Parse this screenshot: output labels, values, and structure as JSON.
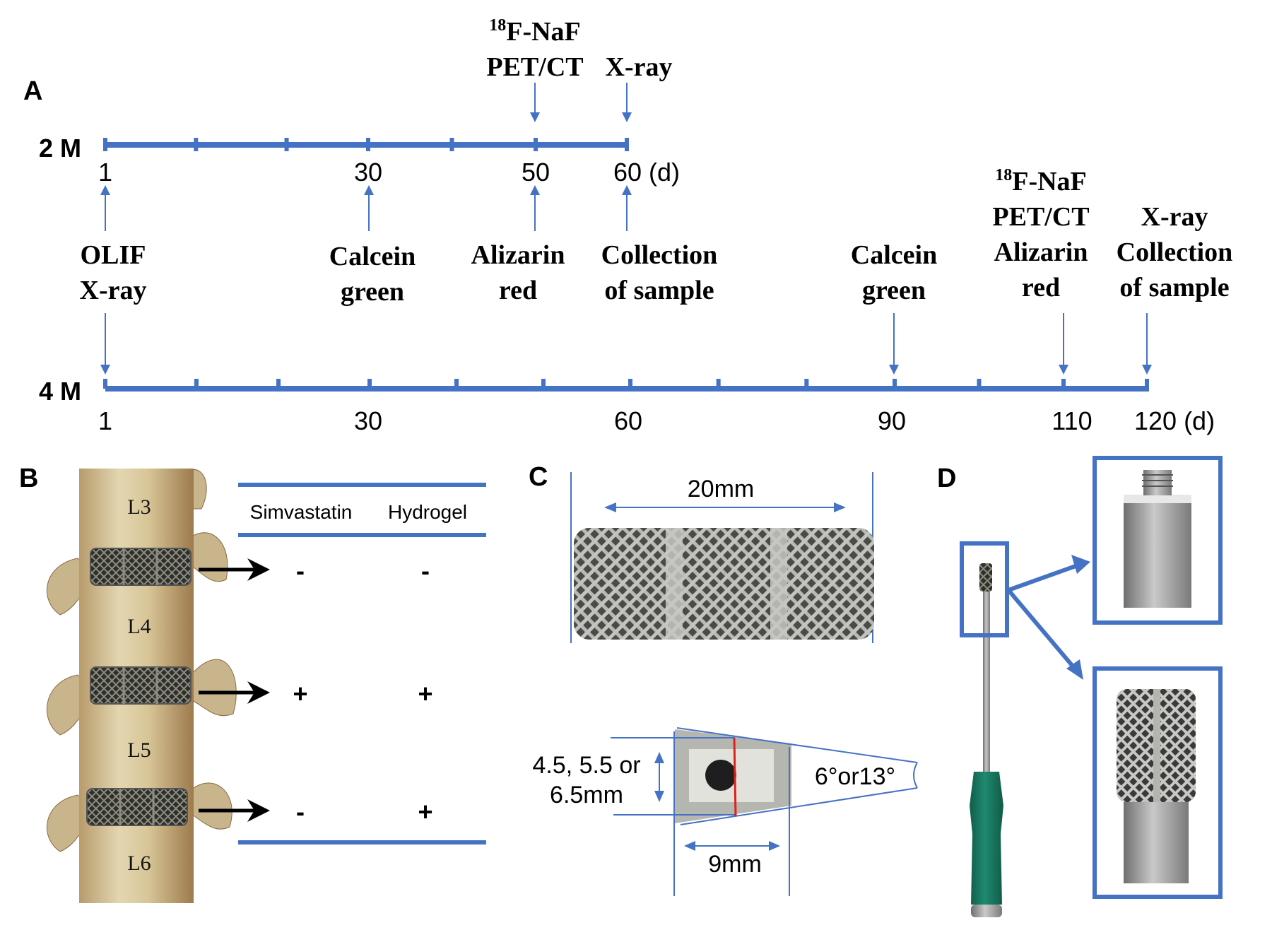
{
  "colors": {
    "accent_blue": "#4472c4",
    "bone_light": "#d9c9a0",
    "bone_dark": "#8a6a44",
    "cage_dark": "#3d3d38",
    "metal": "#9a9a9a",
    "handle_green": "#1b7a63",
    "red_marker": "#e0201b"
  },
  "panel_a": {
    "label": "A",
    "track_2m": {
      "label": "2 M",
      "range_days": [
        1,
        60
      ],
      "tick_labels": [
        {
          "day": 1,
          "text": "1"
        },
        {
          "day": 30,
          "text": "30"
        },
        {
          "day": 50,
          "text": "50"
        },
        {
          "day": 60,
          "text": "60 (d)"
        }
      ],
      "events_above": [
        {
          "day": 50,
          "lines": [
            "18F-NaF",
            "PET/CT"
          ],
          "superscript": "18",
          "main": "F-NaF",
          "second": "PET/CT"
        },
        {
          "day": 60,
          "lines": [
            "X-ray"
          ]
        }
      ]
    },
    "shared_events": [
      {
        "day": 1,
        "lines": [
          "OLIF",
          "X-ray"
        ]
      },
      {
        "day": 30,
        "lines": [
          "Calcein",
          "green"
        ]
      },
      {
        "day": 50,
        "lines": [
          "Alizarin",
          "red"
        ]
      },
      {
        "day": 60,
        "lines": [
          "Collection",
          "of sample"
        ]
      }
    ],
    "track_4m": {
      "label": "4 M",
      "range_days": [
        1,
        120
      ],
      "tick_labels": [
        {
          "day": 1,
          "text": "1"
        },
        {
          "day": 30,
          "text": "30"
        },
        {
          "day": 60,
          "text": "60"
        },
        {
          "day": 90,
          "text": "90"
        },
        {
          "day": 110,
          "text": "110"
        },
        {
          "day": 120,
          "text": "120 (d)"
        }
      ],
      "events_above": [
        {
          "day": 90,
          "lines": [
            "Calcein",
            "green"
          ]
        },
        {
          "day": 110,
          "superscript": "18",
          "main": "F-NaF",
          "lines": [
            "PET/CT",
            "Alizarin",
            "red"
          ]
        },
        {
          "day": 120,
          "lines": [
            "X-ray",
            "Collection",
            "of sample"
          ]
        }
      ]
    }
  },
  "panel_b": {
    "label": "B",
    "vertebrae": [
      "L3",
      "L4",
      "L5",
      "L6"
    ],
    "table": {
      "columns": [
        "Simvastatin",
        "Hydrogel"
      ],
      "rows": [
        {
          "level": "L3-L4",
          "simvastatin": "-",
          "hydrogel": "-"
        },
        {
          "level": "L4-L5",
          "simvastatin": "+",
          "hydrogel": "+"
        },
        {
          "level": "L5-L6",
          "simvastatin": "-",
          "hydrogel": "+"
        }
      ]
    }
  },
  "panel_c": {
    "label": "C",
    "length_label": "20mm",
    "height_label_line1": "4.5, 5.5 or",
    "height_label_line2": "6.5mm",
    "width_label": "9mm",
    "angle_label": "6°or13°"
  },
  "panel_d": {
    "label": "D"
  }
}
